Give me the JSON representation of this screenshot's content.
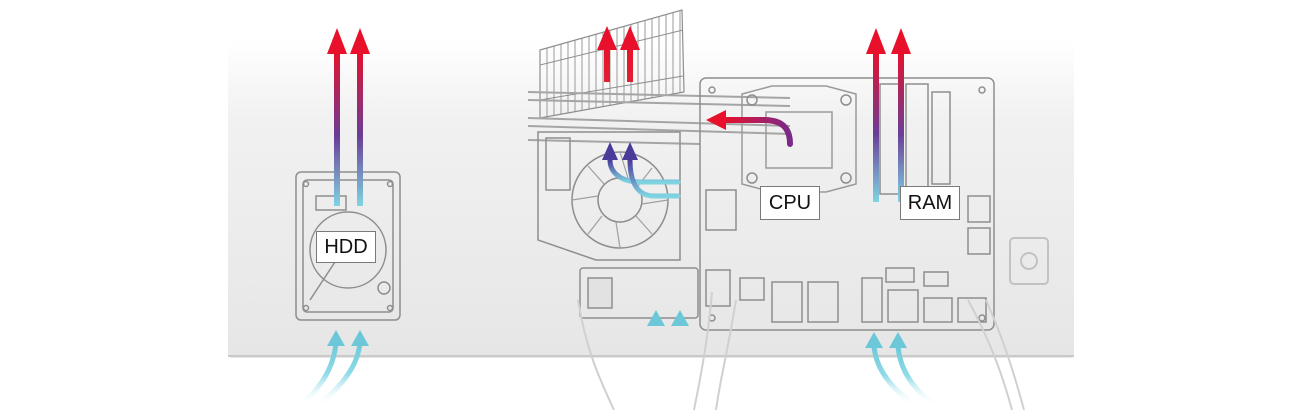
{
  "labels": {
    "hdd": "HDD",
    "cpu": "CPU",
    "ram": "RAM"
  },
  "colors": {
    "hot": "#e8102a",
    "warm": "#5a2a8a",
    "cool": "#6cc8d8",
    "line": "#8e8e8e",
    "panel": "#efefef"
  }
}
